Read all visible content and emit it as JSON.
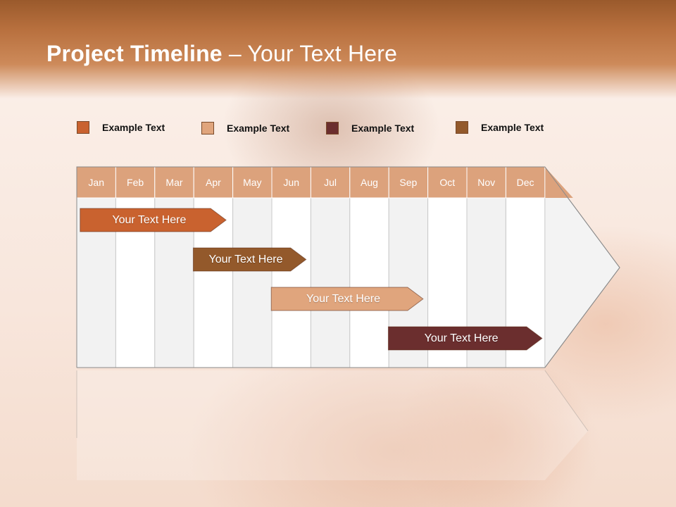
{
  "slide": {
    "title_bold": "Project Timeline",
    "title_rest": " – Your Text Here"
  },
  "legend": [
    {
      "label": "Example Text",
      "color": "#c9622f"
    },
    {
      "label": "Example Text",
      "color": "#e0a57d"
    },
    {
      "label": "Example Text",
      "color": "#6b2e2e"
    },
    {
      "label": "Example Text",
      "color": "#93592b"
    }
  ],
  "colors": {
    "month_header": "#dca27c",
    "column_light": "#f2f2f2",
    "column_white": "#ffffff",
    "grid_line": "#c9c9c9"
  },
  "chart_data": {
    "type": "gantt",
    "months": [
      "Jan",
      "Feb",
      "Mar",
      "Apr",
      "May",
      "Jun",
      "Jul",
      "Aug",
      "Sep",
      "Oct",
      "Nov",
      "Dec"
    ],
    "tasks": [
      {
        "label": "Your  Text Here",
        "start": 0.05,
        "end": 3.9,
        "color": "#c9622f"
      },
      {
        "label": "Your  Text Here",
        "start": 2.95,
        "end": 5.95,
        "color": "#93592b"
      },
      {
        "label": "Your  Text Here",
        "start": 4.95,
        "end": 8.95,
        "color": "#e0a57d"
      },
      {
        "label": "Your  Text Here",
        "start": 7.95,
        "end": 12.0,
        "color": "#6b2e2e"
      }
    ]
  }
}
